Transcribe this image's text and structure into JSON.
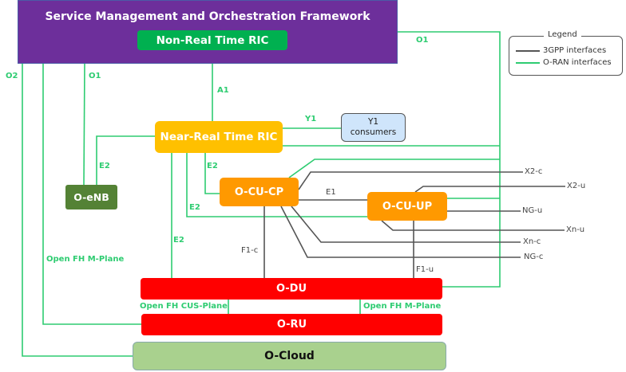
{
  "title": "O-RAN Architecture Overview",
  "nodes": {
    "smo": "Service Management and Orchestration Framework",
    "non_rt_ric": "Non-Real Time RIC",
    "near_rt_ric": "Near-Real Time RIC",
    "y1_consumers_line1": "Y1",
    "y1_consumers_line2": "consumers",
    "o_enb": "O-eNB",
    "o_cu_cp": "O-CU-CP",
    "o_cu_up": "O-CU-UP",
    "o_du": "O-DU",
    "o_ru": "O-RU",
    "o_cloud": "O-Cloud"
  },
  "interfaces": {
    "o2": "O2",
    "o1_left": "O1",
    "o1_right": "O1",
    "a1": "A1",
    "y1": "Y1",
    "e2_enb": "E2",
    "e2_cucp": "E2",
    "e2_cuup": "E2",
    "e2_du": "E2",
    "e1": "E1",
    "f1c": "F1-c",
    "f1u": "F1-u",
    "x2c": "X2-c",
    "x2u": "X2-u",
    "ngu": "NG-u",
    "xnu": "Xn-u",
    "xnc": "Xn-c",
    "ngc": "NG-c",
    "fh_m_plane_left": "Open FH M-Plane",
    "fh_cus_plane": "Open FH CUS-Plane",
    "fh_m_plane_right": "Open FH M-Plane"
  },
  "legend": {
    "title": "Legend",
    "items": [
      {
        "label": "3GPP interfaces",
        "color": "#555555"
      },
      {
        "label": "O-RAN interfaces",
        "color": "#2ecc71"
      }
    ]
  },
  "colors": {
    "oran": "#2ecc71",
    "gpp": "#555555"
  }
}
